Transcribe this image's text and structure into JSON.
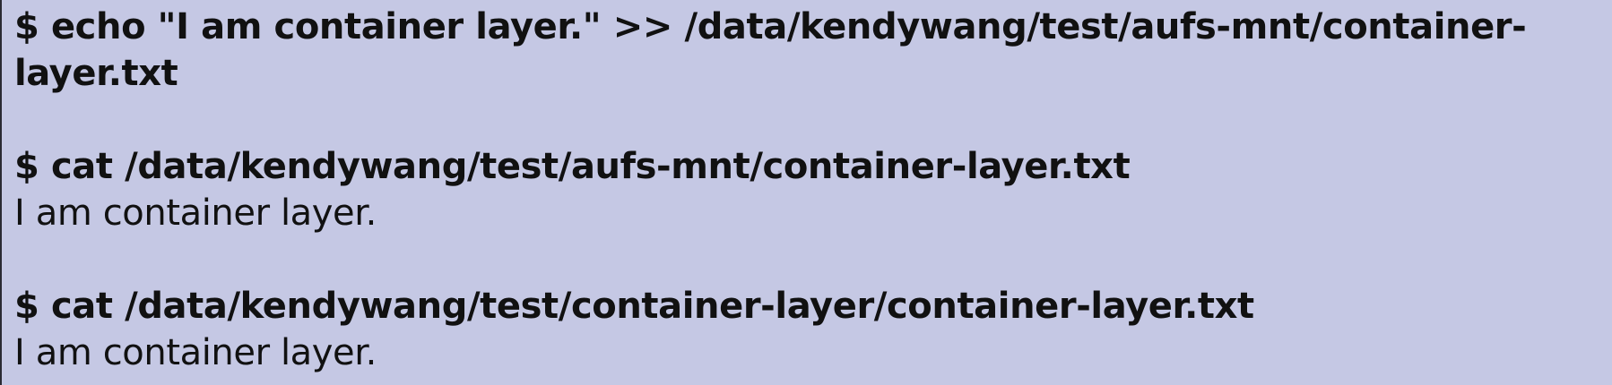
{
  "background_color": "#c5c8e4",
  "text_color": "#111111",
  "lines": [
    {
      "type": "command",
      "text": "$ echo \"I am container layer.\" >> /data/kendywang/test/aufs-mnt/container-"
    },
    {
      "type": "command",
      "text": "layer.txt"
    },
    {
      "type": "command",
      "text": "$ cat /data/kendywang/test/aufs-mnt/container-layer.txt"
    },
    {
      "type": "output",
      "text": "I am container layer."
    },
    {
      "type": "command",
      "text": "$ cat /data/kendywang/test/container-layer/container-layer.txt"
    },
    {
      "type": "output",
      "text": "I am container layer."
    }
  ]
}
